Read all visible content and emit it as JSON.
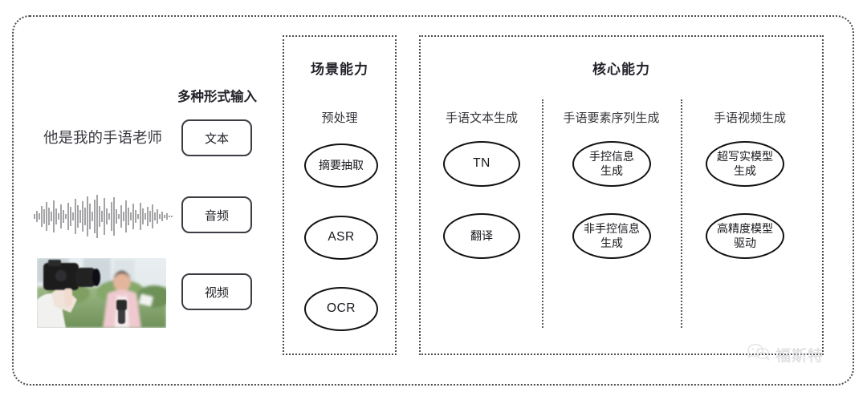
{
  "diagram": {
    "input_section": {
      "heading": "多种形式输入",
      "sample_text": "他是我的手语老师",
      "waveform_label": "audio-waveform",
      "video_label": "video-thumbnail",
      "chips": [
        {
          "label": "文本",
          "name": "chip-text"
        },
        {
          "label": "音频",
          "name": "chip-audio"
        },
        {
          "label": "视频",
          "name": "chip-video"
        }
      ]
    },
    "scene_panel": {
      "title": "场景能力",
      "subhead": "预处理",
      "nodes": [
        {
          "label": "摘要抽取",
          "script": "cjk"
        },
        {
          "label": "ASR",
          "script": "latin"
        },
        {
          "label": "OCR",
          "script": "latin"
        }
      ]
    },
    "core_panel": {
      "title": "核心能力",
      "columns": [
        {
          "subhead": "手语文本生成",
          "nodes": [
            {
              "label": "TN",
              "script": "latin"
            },
            {
              "label": "翻译",
              "script": "cjk"
            }
          ]
        },
        {
          "subhead": "手语要素序列生成",
          "nodes": [
            {
              "label": "手控信息\n生成",
              "script": "cjk"
            },
            {
              "label": "非手控信息\n生成",
              "script": "cjk"
            }
          ]
        },
        {
          "subhead": "手语视频生成",
          "nodes": [
            {
              "label": "超写实模型\n生成",
              "script": "cjk"
            },
            {
              "label": "高精度模型\n驱动",
              "script": "cjk"
            }
          ]
        }
      ]
    },
    "watermark": {
      "text": "福斯特",
      "icon": "wechat-icon"
    },
    "colors": {
      "border": "#4a4a50",
      "node_stroke": "#111114",
      "text": "#23232a",
      "watermark": "#c9c9cd"
    }
  }
}
